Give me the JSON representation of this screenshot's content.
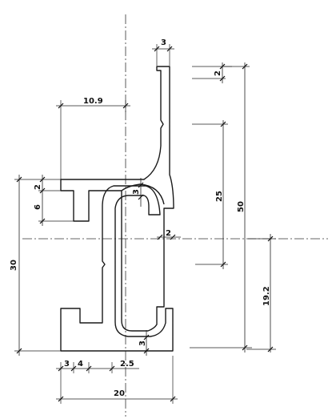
{
  "dimensions": {
    "top_width": "3",
    "top_lip": "2",
    "flange_span": "10.9",
    "neck_web": "3",
    "notch_top": "2",
    "notch_depth": "6",
    "slot_length": "25",
    "total_height": "50",
    "middle_gap": "2",
    "body_height": "30",
    "lower_height": "19.2",
    "bottom_thickness": "3",
    "base_a": "3",
    "base_b": "4",
    "base_c": "2.5",
    "base_total": "20"
  }
}
